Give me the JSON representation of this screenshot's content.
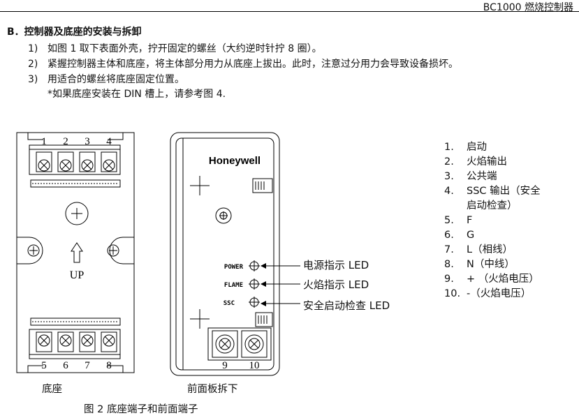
{
  "header": {
    "title": "BC1000 燃烧控制器"
  },
  "section": {
    "title": "B．控制器及底座的安装与拆卸"
  },
  "steps": [
    {
      "num": "1)",
      "text": "如图 1 取下表面外壳，拧开固定的螺丝（大约逆时针拧 8 圈）。"
    },
    {
      "num": "2)",
      "text": "紧握控制器主体和底座，将主体部分用力从底座上拔出。此时，注意过分用力会导致设备损坏。"
    },
    {
      "num": "3)",
      "text": "用适合的螺丝将底座固定位置。"
    }
  ],
  "note": "*如果底座安装在 DIN 槽上，请参考图 4.",
  "base": {
    "top_terminals": [
      "1",
      "2",
      "3",
      "4"
    ],
    "bottom_terminals": [
      "5",
      "6",
      "7",
      "8"
    ],
    "up_label": "UP",
    "caption": "底座"
  },
  "panel": {
    "brand": "Honeywell",
    "leds": [
      {
        "name": "POWER",
        "label": "电源指示 LED"
      },
      {
        "name": "FLAME",
        "label": "火焰指示 LED"
      },
      {
        "name": "SSC",
        "label": "安全启动检查 LED"
      }
    ],
    "terminals": [
      "9",
      "10"
    ],
    "caption": "前面板拆下"
  },
  "legend": [
    {
      "num": "1.",
      "text": "启动"
    },
    {
      "num": "2.",
      "text": "火焰输出"
    },
    {
      "num": "3.",
      "text": "公共端"
    },
    {
      "num": "4.",
      "text": "SSC 输出（安全",
      "cont": "启动检查）"
    },
    {
      "num": "5.",
      "text": "F"
    },
    {
      "num": "6.",
      "text": "G"
    },
    {
      "num": "7.",
      "text": "L（相线）"
    },
    {
      "num": "8.",
      "text": "N（中线）"
    },
    {
      "num": "9.",
      "text": "+ （火焰电压）"
    },
    {
      "num": "10.",
      "text": "-（火焰电压）"
    }
  ],
  "figure_caption": "图 2 底座端子和前面端子"
}
